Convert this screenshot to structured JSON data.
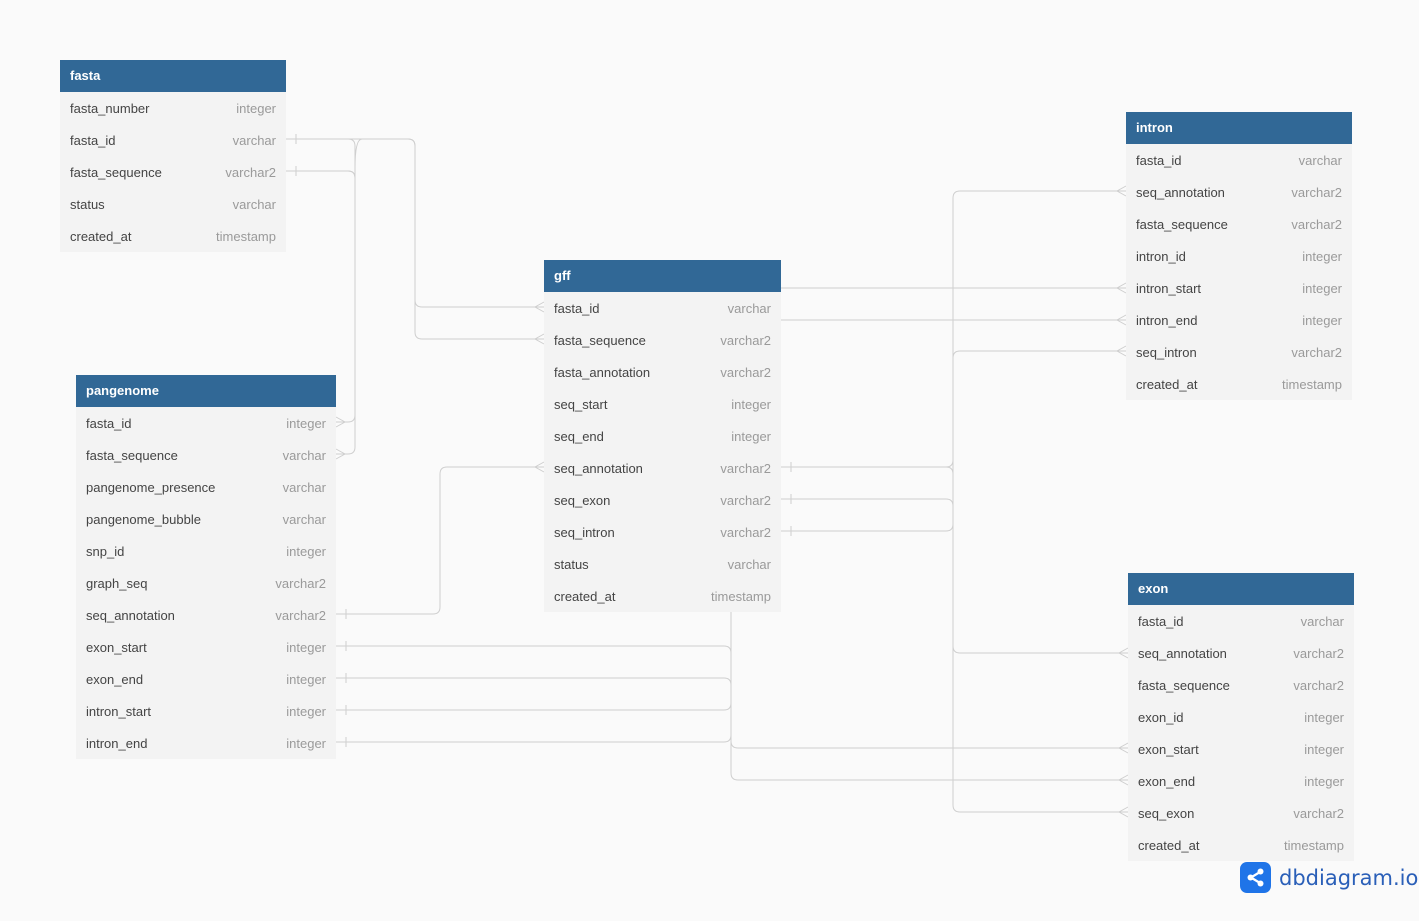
{
  "tables": {
    "fasta": {
      "name": "fasta",
      "fields": [
        {
          "name": "fasta_number",
          "type": "integer"
        },
        {
          "name": "fasta_id",
          "type": "varchar"
        },
        {
          "name": "fasta_sequence",
          "type": "varchar2"
        },
        {
          "name": "status",
          "type": "varchar"
        },
        {
          "name": "created_at",
          "type": "timestamp"
        }
      ]
    },
    "pangenome": {
      "name": "pangenome",
      "fields": [
        {
          "name": "fasta_id",
          "type": "integer"
        },
        {
          "name": "fasta_sequence",
          "type": "varchar"
        },
        {
          "name": "pangenome_presence",
          "type": "varchar"
        },
        {
          "name": "pangenome_bubble",
          "type": "varchar"
        },
        {
          "name": "snp_id",
          "type": "integer"
        },
        {
          "name": "graph_seq",
          "type": "varchar2"
        },
        {
          "name": "seq_annotation",
          "type": "varchar2"
        },
        {
          "name": "exon_start",
          "type": "integer"
        },
        {
          "name": "exon_end",
          "type": "integer"
        },
        {
          "name": "intron_start",
          "type": "integer"
        },
        {
          "name": "intron_end",
          "type": "integer"
        }
      ]
    },
    "gff": {
      "name": "gff",
      "fields": [
        {
          "name": "fasta_id",
          "type": "varchar"
        },
        {
          "name": "fasta_sequence",
          "type": "varchar2"
        },
        {
          "name": "fasta_annotation",
          "type": "varchar2"
        },
        {
          "name": "seq_start",
          "type": "integer"
        },
        {
          "name": "seq_end",
          "type": "integer"
        },
        {
          "name": "seq_annotation",
          "type": "varchar2"
        },
        {
          "name": "seq_exon",
          "type": "varchar2"
        },
        {
          "name": "seq_intron",
          "type": "varchar2"
        },
        {
          "name": "status",
          "type": "varchar"
        },
        {
          "name": "created_at",
          "type": "timestamp"
        }
      ]
    },
    "intron": {
      "name": "intron",
      "fields": [
        {
          "name": "fasta_id",
          "type": "varchar"
        },
        {
          "name": "seq_annotation",
          "type": "varchar2"
        },
        {
          "name": "fasta_sequence",
          "type": "varchar2"
        },
        {
          "name": "intron_id",
          "type": "integer"
        },
        {
          "name": "intron_start",
          "type": "integer"
        },
        {
          "name": "intron_end",
          "type": "integer"
        },
        {
          "name": "seq_intron",
          "type": "varchar2"
        },
        {
          "name": "created_at",
          "type": "timestamp"
        }
      ]
    },
    "exon": {
      "name": "exon",
      "fields": [
        {
          "name": "fasta_id",
          "type": "varchar"
        },
        {
          "name": "seq_annotation",
          "type": "varchar2"
        },
        {
          "name": "fasta_sequence",
          "type": "varchar2"
        },
        {
          "name": "exon_id",
          "type": "integer"
        },
        {
          "name": "exon_start",
          "type": "integer"
        },
        {
          "name": "exon_end",
          "type": "integer"
        },
        {
          "name": "seq_exon",
          "type": "varchar2"
        },
        {
          "name": "created_at",
          "type": "timestamp"
        }
      ]
    }
  },
  "relationships": [
    {
      "from": "fasta.fasta_id",
      "to": "gff.fasta_id"
    },
    {
      "from": "fasta.fasta_sequence",
      "to": "gff.fasta_sequence"
    },
    {
      "from": "fasta.fasta_id",
      "to": "pangenome.fasta_id"
    },
    {
      "from": "fasta.fasta_sequence",
      "to": "pangenome.fasta_sequence"
    },
    {
      "from": "pangenome.seq_annotation",
      "to": "gff.seq_annotation"
    },
    {
      "from": "gff.seq_annotation",
      "to": "intron.seq_annotation"
    },
    {
      "from": "gff.seq_annotation",
      "to": "exon.seq_annotation"
    },
    {
      "from": "gff.seq_exon",
      "to": "exon.seq_exon"
    },
    {
      "from": "gff.seq_intron",
      "to": "intron.seq_intron"
    },
    {
      "from": "pangenome.exon_start",
      "to": "exon.exon_start"
    },
    {
      "from": "pangenome.exon_end",
      "to": "exon.exon_end"
    },
    {
      "from": "pangenome.intron_start",
      "to": "intron.intron_start"
    },
    {
      "from": "pangenome.intron_end",
      "to": "intron.intron_end"
    }
  ],
  "colors": {
    "header": "#316896",
    "body": "#f3f3f3",
    "line": "#cfcfcf",
    "brand": "#1f74e8"
  },
  "brand": {
    "text": "dbdiagram.io",
    "icon": "share-icon"
  }
}
